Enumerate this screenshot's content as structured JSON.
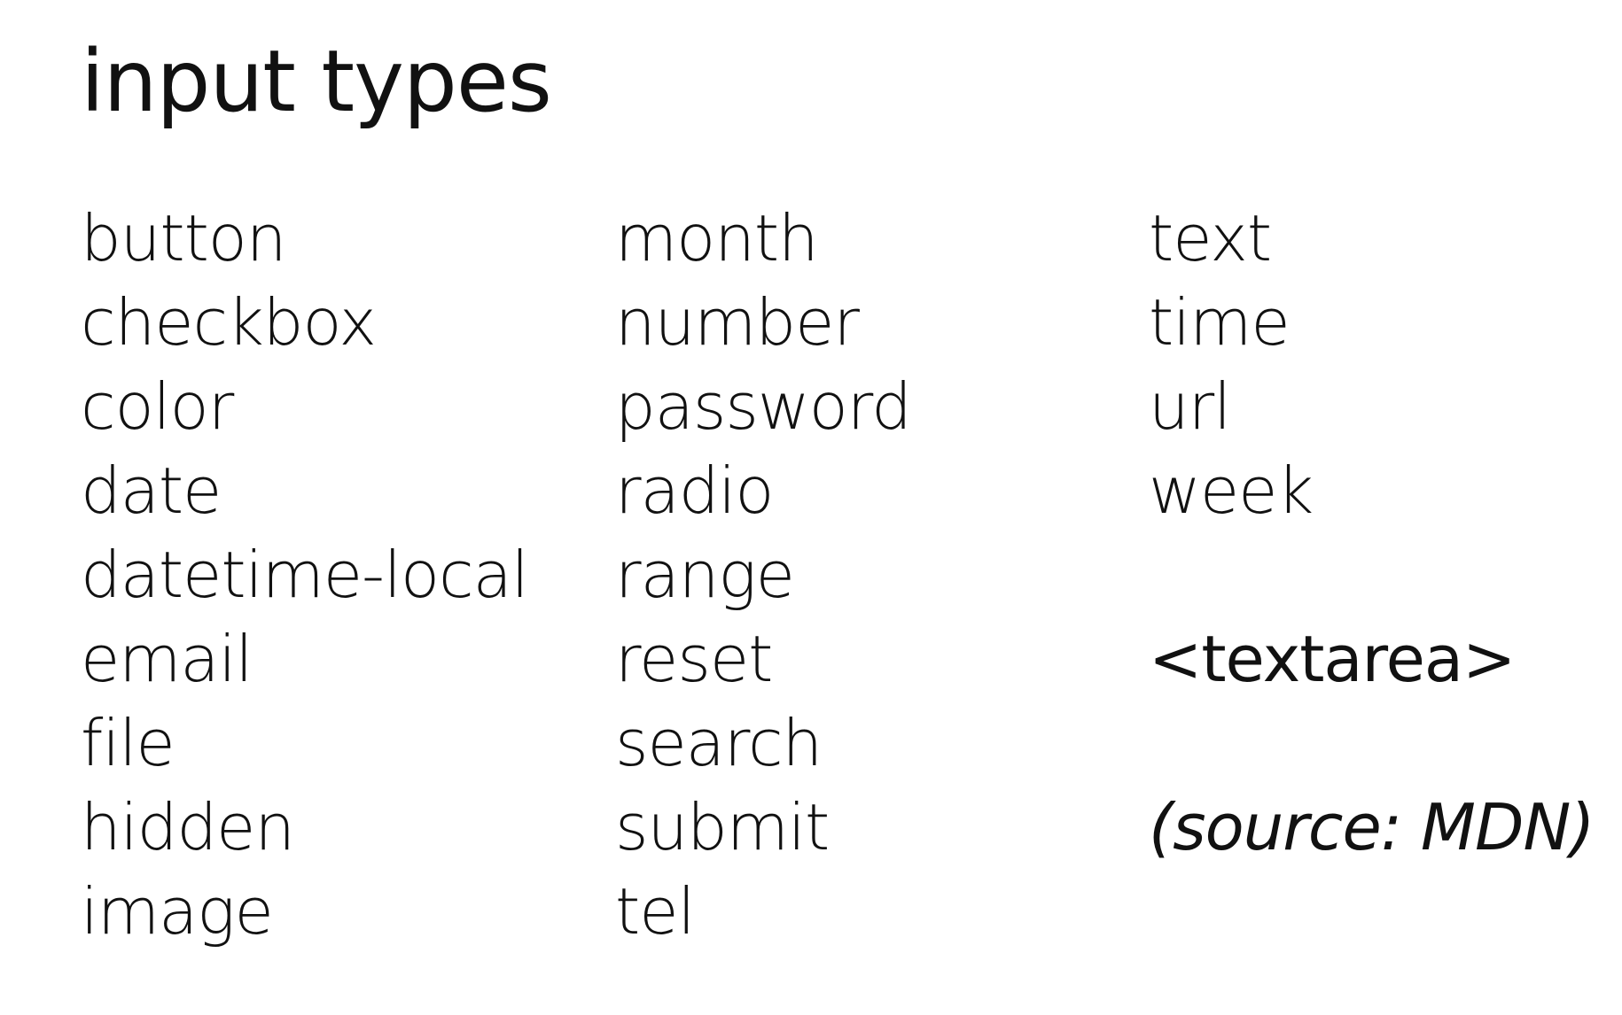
{
  "title": "input types",
  "columns": [
    {
      "items": [
        "button",
        "checkbox",
        "color",
        "date",
        "datetime-local",
        "email",
        "file",
        "hidden",
        "image"
      ]
    },
    {
      "items": [
        "month",
        "number",
        "password",
        "radio",
        "range",
        "reset",
        "search",
        "submit",
        "tel"
      ]
    },
    {
      "items": [
        "text",
        "time",
        "url",
        "week"
      ]
    }
  ],
  "textarea_label": "<textarea>",
  "source_note": "(source: MDN)",
  "colors": {
    "background": "#ffffff",
    "text": "#111111"
  }
}
